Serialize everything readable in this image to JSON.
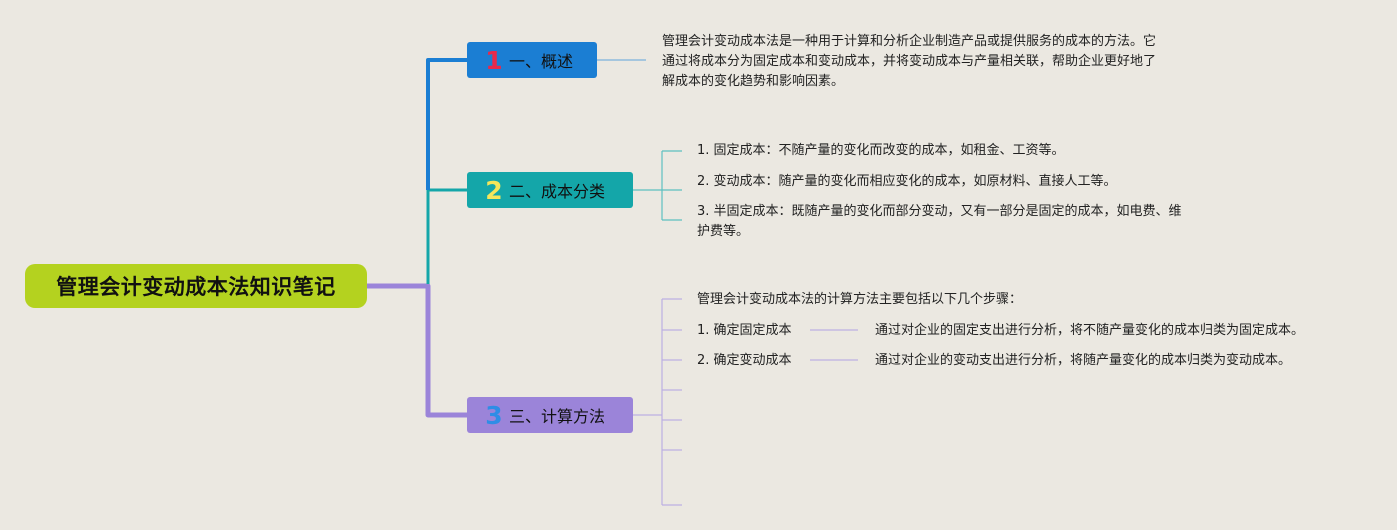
{
  "root": {
    "title": "管理会计变动成本法知识笔记"
  },
  "branches": [
    {
      "num": "1",
      "label": "一、概述",
      "children": [
        "管理会计变动成本法是一种用于计算和分析企业制造产品或提供服务的成本的方法。它通过将成本分为固定成本和变动成本，并将变动成本与产量相关联，帮助企业更好地了解成本的变化趋势和影响因素。"
      ]
    },
    {
      "num": "2",
      "label": "二、成本分类",
      "children": [
        "1. 固定成本：不随产量的变化而改变的成本，如租金、工资等。",
        "2. 变动成本：随产量的变化而相应变化的成本，如原材料、直接人工等。",
        "3. 半固定成本：既随产量的变化而部分变动，又有一部分是固定的成本，如电费、维护费等。"
      ]
    },
    {
      "num": "3",
      "label": "三、计算方法",
      "intro": "管理会计变动成本法的计算方法主要包括以下几个步骤：",
      "steps": [
        {
          "title": "1. 确定固定成本",
          "detail": "通过对企业的固定支出进行分析，将不随产量变化的成本归类为固定成本。"
        },
        {
          "title": "2. 确定变动成本",
          "detail": "通过对企业的变动支出进行分析，将随产量变化的成本归类为变动成本。"
        }
      ]
    }
  ],
  "colors": {
    "background": "#ebe8e1",
    "root": "#b4d21f",
    "branch1": "#1b7ed3",
    "branch2": "#14a6a9",
    "branch3": "#9b84d9",
    "branch1_number": "#e8294c",
    "branch2_number": "#f5e65a",
    "branch3_number": "#2f8de6",
    "thin_line1": "#7bb2dd",
    "thin_line2": "#5cc0c0",
    "thin_line3": "#bcb0e2"
  }
}
